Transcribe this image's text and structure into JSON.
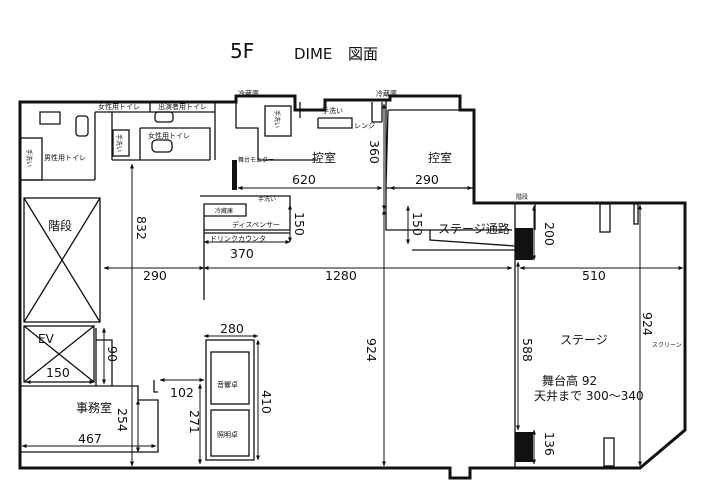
{
  "title": {
    "floor": "5F",
    "name": "DIME",
    "kind": "図面"
  },
  "rooms": {
    "stairs": "階段",
    "ev": "EV",
    "office": "事務室",
    "green_room_1": "控室",
    "green_room_2": "控室",
    "stage": "ステージ",
    "stage_passage": "ステージ通路",
    "mens_toilet": "男性用トイレ",
    "womens_toilet_top": "女性用トイレ",
    "performer_toilet": "出演者用トイレ",
    "womens_toilet_mid": "女性用トイレ",
    "sound_desk": "音響卓",
    "lighting_desk": "照明卓",
    "drink_counter": "ドリンクカウンタ",
    "dispenser": "ディスペンサー",
    "fridge_small": "冷蔵庫",
    "fridge_top_1": "冷蔵庫",
    "fridge_top_2": "冷蔵庫",
    "range": "レンジ",
    "handwash_1": "手洗い",
    "handwash_2": "手洗い",
    "handwash_3": "手洗い",
    "handwash_4": "手洗い",
    "handwash_5": "手洗い",
    "stage_monitor": "舞台モニター",
    "stage_steps": "階段",
    "screen": "スクリーン"
  },
  "stage_info": {
    "height": "舞台高 92",
    "ceiling": "天井まで 300～340"
  },
  "dimensions": {
    "d620": "620",
    "d290_top": "290",
    "d360": "360",
    "d150_a": "150",
    "d370": "370",
    "d150_b": "150",
    "d200": "200",
    "d832": "832",
    "d290_mid": "290",
    "d1280": "1280",
    "d510": "510",
    "d924_mid": "924",
    "d924_right": "924",
    "d588": "588",
    "d280": "280",
    "d410": "410",
    "d102": "102",
    "d271": "271",
    "d90": "90",
    "d150_ev": "150",
    "d254": "254",
    "d467": "467",
    "d136": "136"
  }
}
